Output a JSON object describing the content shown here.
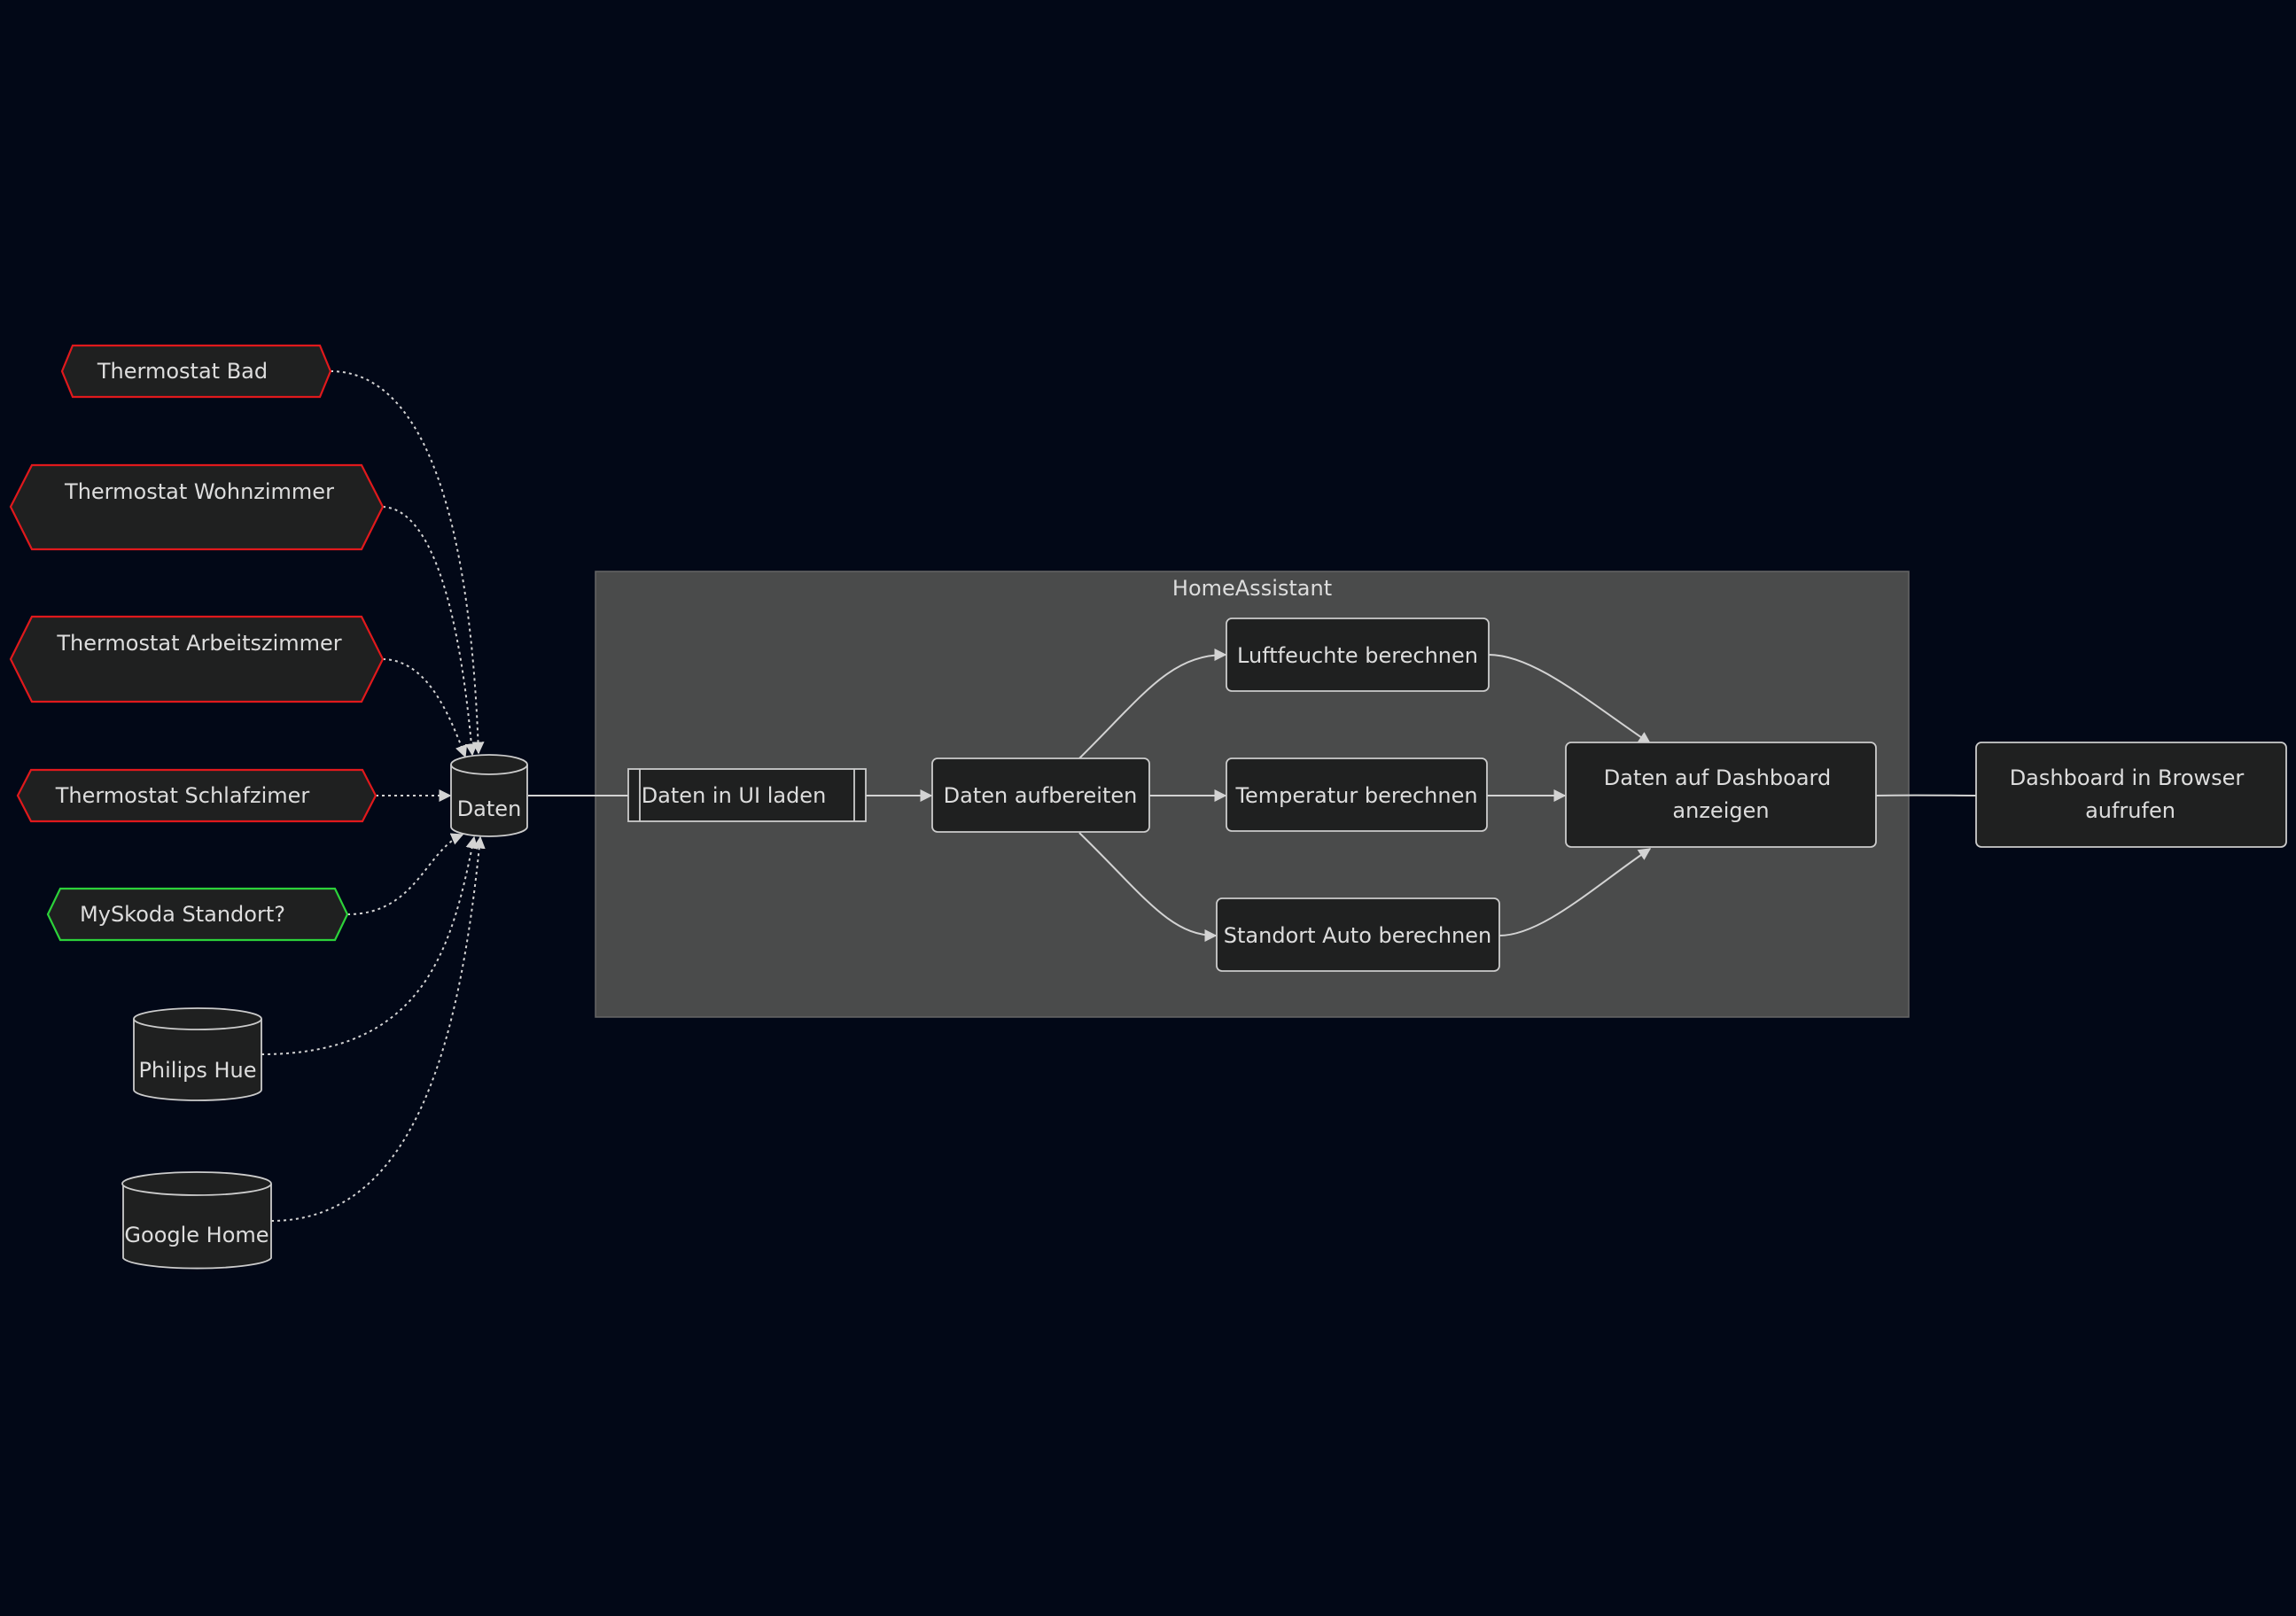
{
  "colors": {
    "background": "#020817",
    "cluster_fill": "#4a4b4b",
    "node_fill": "#1f2020",
    "node_stroke": "#cccccc",
    "sensor_red": "#e0191c",
    "sensor_green": "#2cd23a",
    "text": "#dddddd"
  },
  "cluster": {
    "title": "HomeAssistant"
  },
  "sources": {
    "thermostat_bad": "Thermostat Bad",
    "thermostat_wohnzimmer": "Thermostat Wohnzimmer",
    "thermostat_arbeitszimmer": "Thermostat Arbeitszimmer",
    "thermostat_schlafzimer": "Thermostat Schlafzimer",
    "myskoda": "MySkoda Standort?",
    "philips_hue": "Philips Hue",
    "google_home": "Google Home"
  },
  "nodes": {
    "daten": "Daten",
    "daten_laden": "Daten in UI laden",
    "aufbereiten": "Daten aufbereiten",
    "luftfeuchte": "Luftfeuchte berechnen",
    "temperatur": "Temperatur berechnen",
    "standort": "Standort Auto berechnen",
    "dashboard_line1": "Daten auf Dashboard",
    "dashboard_line2": "anzeigen",
    "browser_line1": "Dashboard in Browser",
    "browser_line2": "aufrufen"
  }
}
